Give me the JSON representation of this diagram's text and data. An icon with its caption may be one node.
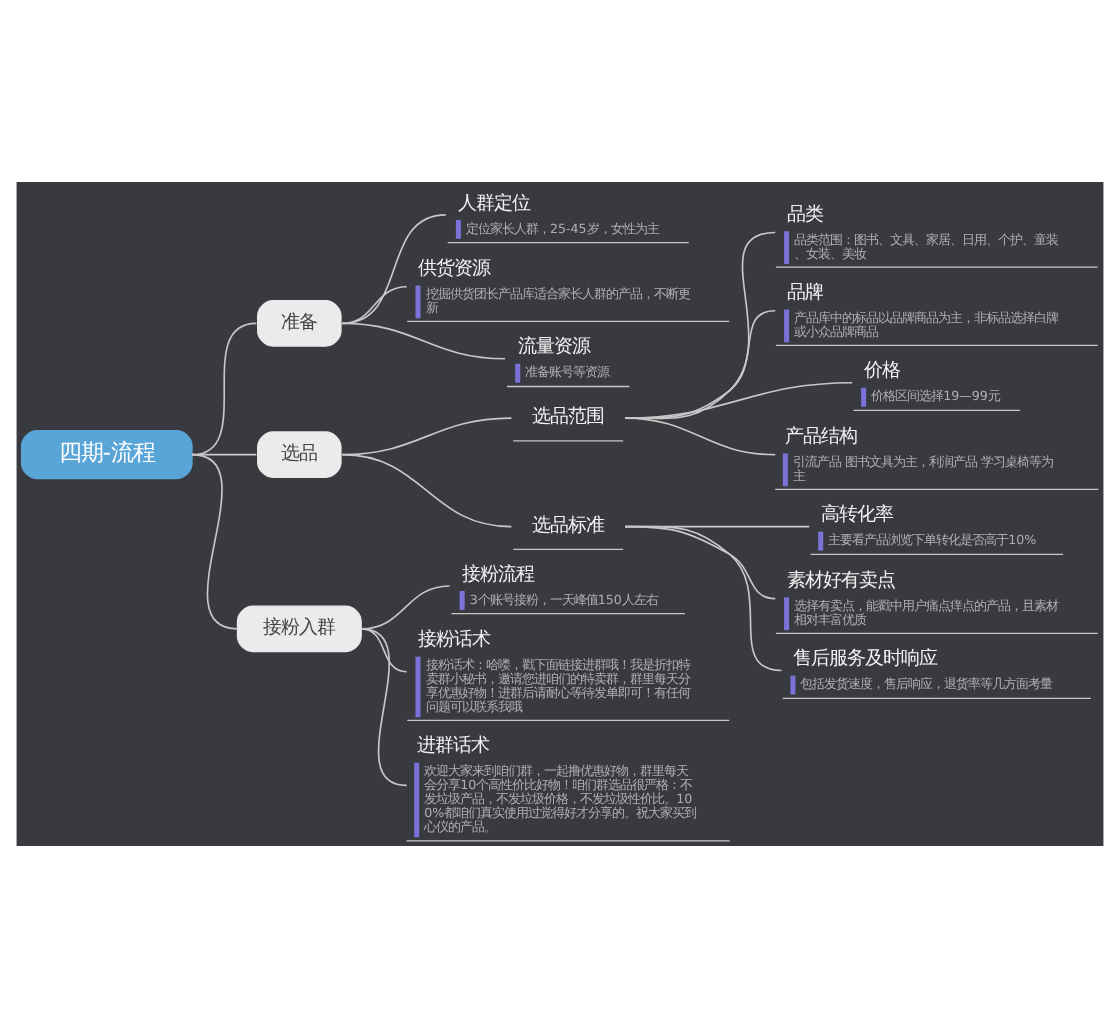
{
  "diagram": {
    "nodes": [
      {
        "text": [
          "四期-流程"
        ]
      },
      {
        "text": [
          "准备"
        ]
      },
      {
        "text": [
          "人群定位",
          "定位家长人群，25-45岁，女性为主"
        ]
      },
      {
        "text": [
          "供货资源",
          "挖掘供货团长产品库适合家长人群的产品，不断更新"
        ]
      },
      {
        "text": [
          "流量资源",
          "准备账号等资源"
        ]
      },
      {
        "text": [
          "选品"
        ]
      },
      {
        "text": [
          "选品范围"
        ]
      },
      {
        "text": [
          "品类",
          "品类范围：图书、文具、家居、日用、个护、童装、女装、美妆"
        ]
      },
      {
        "text": [
          "品牌",
          "产品库中的标品以品牌商品为主，非标品选择白牌或小众品牌商品"
        ]
      },
      {
        "text": [
          "价格",
          "价格区间选择19—99元"
        ]
      },
      {
        "text": [
          "产品结构",
          "引流产品 图书文具为主，利润产品 学习桌椅等为主"
        ]
      },
      {
        "text": [
          "选品标准"
        ]
      },
      {
        "text": [
          "高转化率",
          "主要看产品浏览下单转化是否高于10%"
        ]
      },
      {
        "text": [
          "素材好有卖点",
          "选择有卖点，能戳中用户痛点痒点的产品，且素材相对丰富优质"
        ]
      },
      {
        "text": [
          "售后服务及时响应",
          "包括发货速度，售后响应，退货率等几方面考量"
        ]
      },
      {
        "text": [
          "接粉入群"
        ]
      },
      {
        "text": [
          "接粉流程",
          "3个账号接粉，一天峰值150人左右"
        ]
      },
      {
        "text": [
          "接粉话术",
          "接粉话术：哈喽，戳下面链接进群哦！我是折扣特卖群小秘书，邀请您进咱们的特卖群，群里每天分享优惠好物！进群后请耐心等待发单即可！有任何问题可以联系我哦"
        ]
      },
      {
        "text": [
          "进群话术",
          "欢迎大家来到咱们群，一起撸优惠好物，群里每天会分享10个高性价比好物！咱们群选品很严格：不发垃圾产品，不发垃圾价格，不发垃圾性价比。100%都咱们真实使用过觉得好才分享的。祝大家买到心仪的产品。"
        ]
      }
    ],
    "edges": [
      {
        "from": 0,
        "to": 1,
        "arrow": "none"
      },
      {
        "from": 1,
        "to": 2,
        "arrow": "none"
      },
      {
        "from": 1,
        "to": 3,
        "arrow": "none"
      },
      {
        "from": 1,
        "to": 4,
        "arrow": "none"
      },
      {
        "from": 0,
        "to": 5,
        "arrow": "none"
      },
      {
        "from": 5,
        "to": 6,
        "arrow": "none"
      },
      {
        "from": 6,
        "to": 7,
        "arrow": "none"
      },
      {
        "from": 6,
        "to": 8,
        "arrow": "none"
      },
      {
        "from": 6,
        "to": 9,
        "arrow": "none"
      },
      {
        "from": 6,
        "to": 10,
        "arrow": "none"
      },
      {
        "from": 5,
        "to": 11,
        "arrow": "none"
      },
      {
        "from": 11,
        "to": 12,
        "arrow": "none"
      },
      {
        "from": 11,
        "to": 13,
        "arrow": "none"
      },
      {
        "from": 11,
        "to": 14,
        "arrow": "none"
      },
      {
        "from": 0,
        "to": 15,
        "arrow": "none"
      },
      {
        "from": 15,
        "to": 16,
        "arrow": "none"
      },
      {
        "from": 15,
        "to": 17,
        "arrow": "none"
      },
      {
        "from": 15,
        "to": 18,
        "arrow": "none"
      }
    ]
  }
}
